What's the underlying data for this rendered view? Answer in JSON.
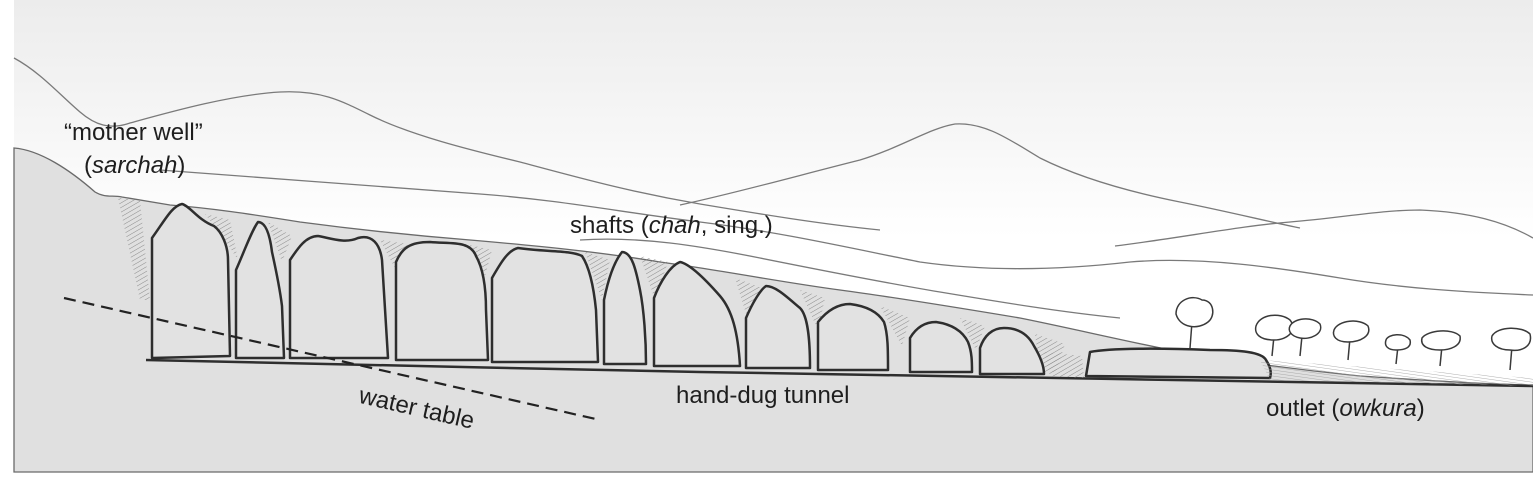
{
  "labels": {
    "mother_well": {
      "line1": "“mother well”",
      "line2_open": "(",
      "line2_term": "sarchah",
      "line2_close": ")"
    },
    "shafts": {
      "pre": "shafts (",
      "term": "chah",
      "post": ", sing.)"
    },
    "water_table": "water table",
    "tunnel": "hand-dug tunnel",
    "outlet": {
      "pre": "outlet (",
      "term": "owkura",
      "post": ")"
    }
  },
  "colors": {
    "sky_top": "#ececec",
    "sky_bottom": "#ffffff",
    "ground": "#e0e0e0",
    "line": "#3a3a3a",
    "hill_line": "#7a7a7a",
    "label_text": "#1e1e1e"
  }
}
